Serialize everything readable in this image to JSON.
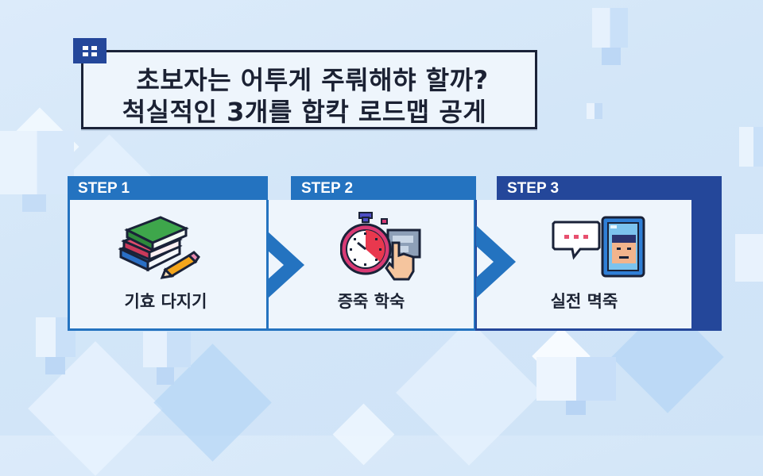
{
  "title": {
    "line1": "초보자는 어투게 주뤄해햐 할까?",
    "line2": "척실적인 3개를 합칵 로드맵 공게",
    "tab_icon": "grid-icon"
  },
  "steps": [
    {
      "header": "STEP 1",
      "label": "기효 다지기",
      "icon": "books-pencil-icon",
      "header_color": "#2473c0"
    },
    {
      "header": "STEP 2",
      "label": "증죽 학숙",
      "icon": "stopwatch-hand-icon",
      "header_color": "#2473c0"
    },
    {
      "header": "STEP 3",
      "label": "실전 멱죽",
      "icon": "chat-portrait-icon",
      "header_color": "#24479a"
    }
  ],
  "colors": {
    "primary_blue": "#2473c0",
    "navy": "#24479a",
    "title_border": "#1a2238",
    "panel_bg": "#eef5fc",
    "text": "#1b2133"
  }
}
